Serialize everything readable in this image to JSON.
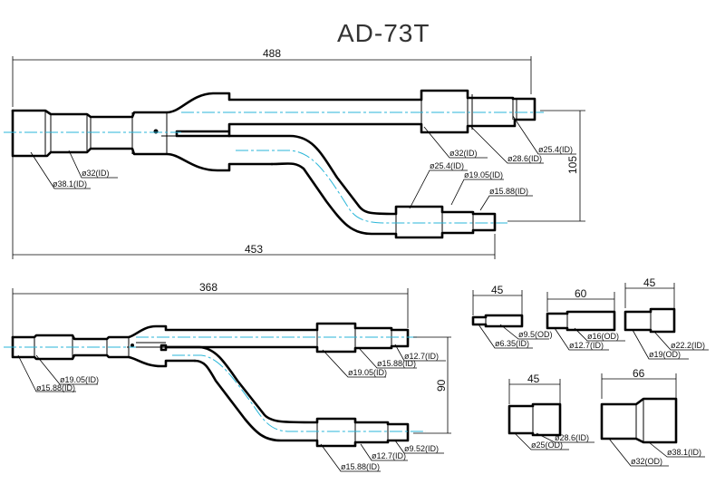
{
  "title": "AD-73T",
  "assembly_large": {
    "overall_length": "488",
    "branch_length": "453",
    "branch_offset": "105",
    "labels": {
      "inlet_outer": "ø38.1(ID)",
      "inlet_inner": "ø32(ID)",
      "main_1": "ø32(ID)",
      "main_2": "ø28.6(ID)",
      "main_3": "ø25.4(ID)",
      "branch_1": "ø25.4(ID)",
      "branch_2": "ø19.05(ID)",
      "branch_3": "ø15.88(ID)"
    }
  },
  "assembly_small": {
    "overall_length": "368",
    "branch_offset": "90",
    "labels": {
      "inlet_inner": "ø19.05(ID)",
      "inlet_outer": "ø15.88(ID)",
      "main_1": "ø19.05(ID)",
      "main_2": "ø15.88(ID)",
      "main_3": "ø12.7(ID)",
      "branch_1": "ø15.88(ID)",
      "branch_2": "ø12.7(ID)",
      "branch_3": "ø9.52(ID)"
    }
  },
  "reducers": [
    {
      "length": "45",
      "label_a": "ø9.5(OD)",
      "label_b": "ø6.35(ID)"
    },
    {
      "length": "60",
      "label_a": "ø16(OD)",
      "label_b": "ø12.7(ID)"
    },
    {
      "length": "45",
      "label_a": "ø22.2(ID)",
      "label_b": "ø19(OD)"
    },
    {
      "length": "45",
      "label_a": "ø28.6(ID)",
      "label_b": "ø25(OD)"
    },
    {
      "length": "66",
      "label_a": "ø38.1(ID)",
      "label_b": "ø32(OD)"
    }
  ]
}
